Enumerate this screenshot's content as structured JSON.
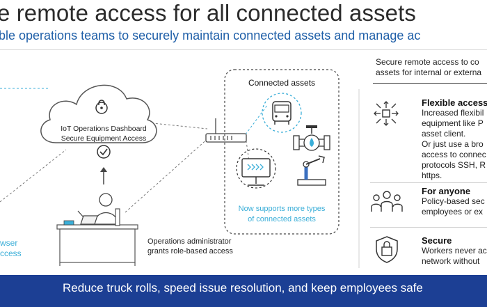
{
  "header": {
    "title": "e remote access for all connected assets",
    "subtitle": "ble operations teams to securely maintain connected assets and manage ac"
  },
  "diagram": {
    "cloud_line1": "IoT Operations Dashboard",
    "cloud_line2": "Secure Equipment Access",
    "connected_assets_title": "Connected assets",
    "connected_assets_note_line1": "Now supports more types",
    "connected_assets_note_line2": "of connected assets",
    "operator_caption_line1": "Operations administrator",
    "operator_caption_line2": "grants role-based access",
    "browser_label_line1": "wser",
    "browser_label_line2": "ccess"
  },
  "right_panel": {
    "intro_line1": "Secure remote access to co",
    "intro_line2": "assets for internal or externa",
    "features": [
      {
        "icon": "arrows-expand-icon",
        "title": "Flexible access",
        "text": "Increased flexibil\nequipment like P\nasset client.\nOr just use a bro\naccess to connec\nprotocols SSH, R\nhttps."
      },
      {
        "icon": "people-icon",
        "title": "For anyone",
        "text": "Policy-based sec\nemployees or ex"
      },
      {
        "icon": "shield-lock-icon",
        "title": "Secure",
        "text": "Workers never ac\nnetwork without"
      }
    ]
  },
  "footer": {
    "text": "Reduce truck rolls, speed issue resolution, and keep employees safe"
  },
  "colors": {
    "accent": "#1f5fa8",
    "footer_bg": "#1c3f94",
    "teal": "#3aaed8",
    "icon_dark": "#3a3a3a"
  }
}
